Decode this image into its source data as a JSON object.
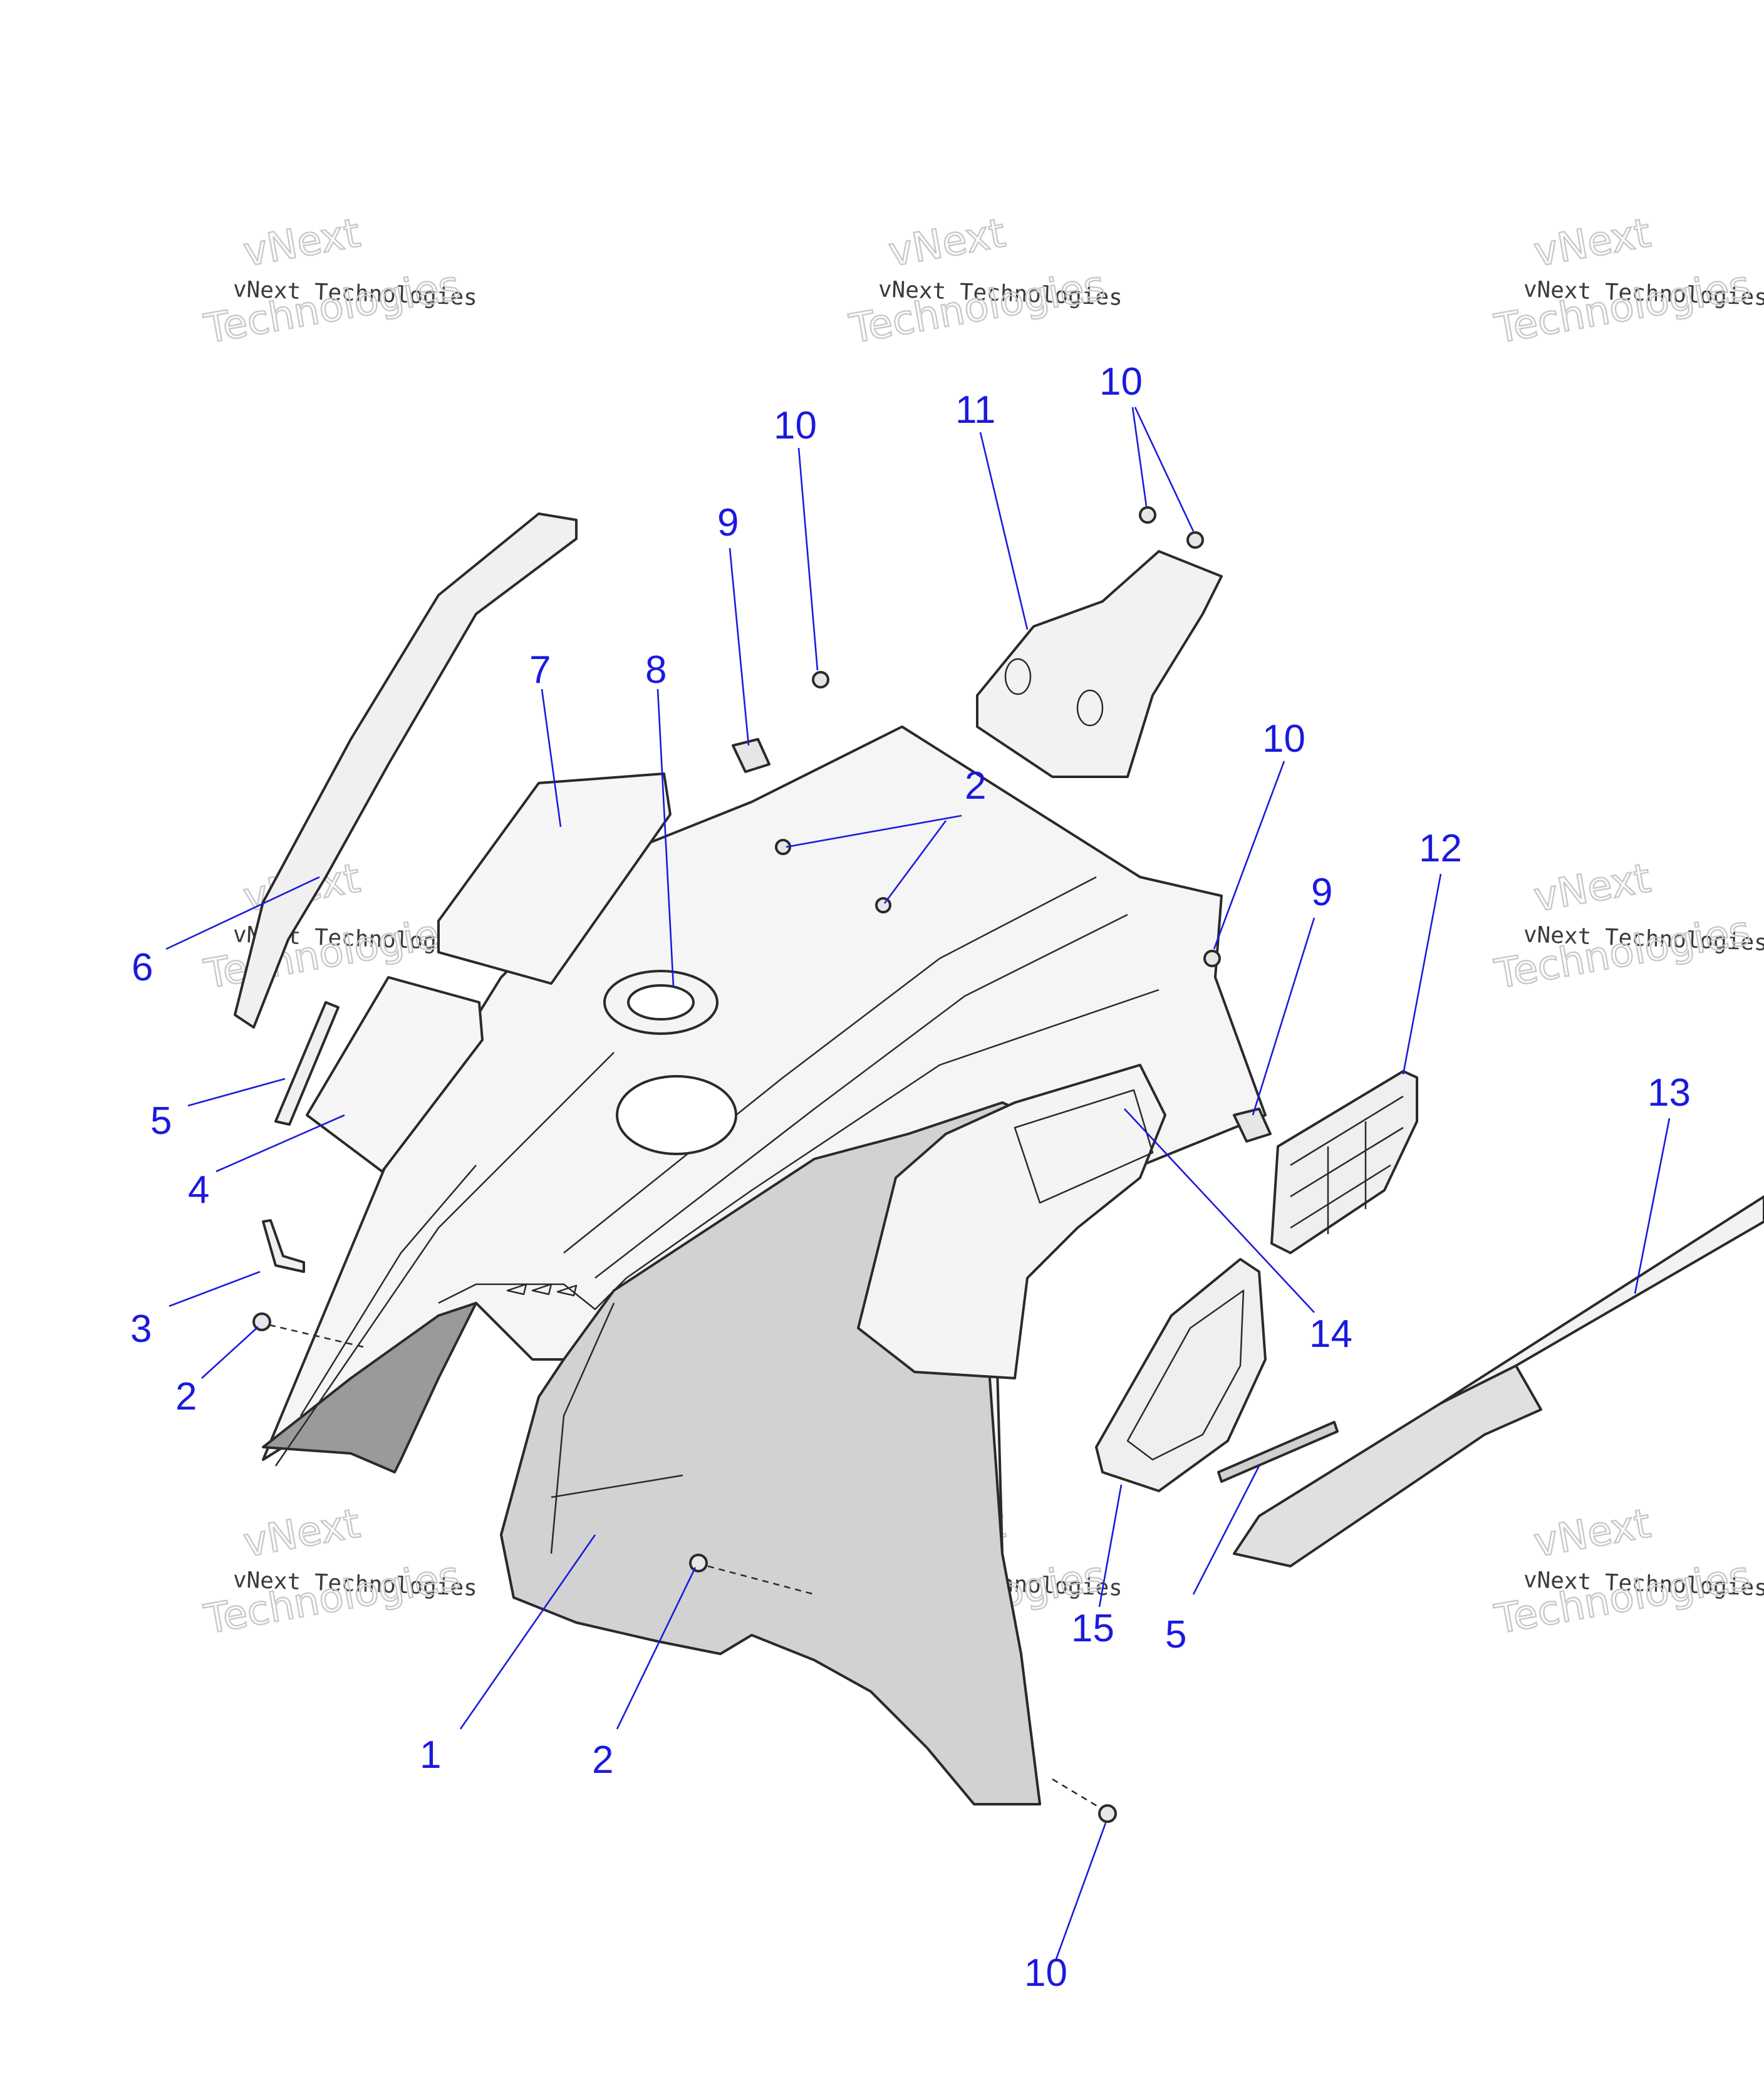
{
  "diagram": {
    "watermark": {
      "line1": "vNext Technologies",
      "outline_a": "vNext",
      "outline_b": "Technologies"
    },
    "callouts": [
      {
        "id": "c1",
        "label": "1"
      },
      {
        "id": "c2a",
        "label": "2"
      },
      {
        "id": "c2b",
        "label": "2"
      },
      {
        "id": "c2c",
        "label": "2"
      },
      {
        "id": "c3",
        "label": "3"
      },
      {
        "id": "c4",
        "label": "4"
      },
      {
        "id": "c5a",
        "label": "5"
      },
      {
        "id": "c5b",
        "label": "5"
      },
      {
        "id": "c6",
        "label": "6"
      },
      {
        "id": "c7",
        "label": "7"
      },
      {
        "id": "c8",
        "label": "8"
      },
      {
        "id": "c9a",
        "label": "9"
      },
      {
        "id": "c9b",
        "label": "9"
      },
      {
        "id": "c10a",
        "label": "10"
      },
      {
        "id": "c10b",
        "label": "10"
      },
      {
        "id": "c10c",
        "label": "10"
      },
      {
        "id": "c10d",
        "label": "10"
      },
      {
        "id": "c11",
        "label": "11"
      },
      {
        "id": "c12",
        "label": "12"
      },
      {
        "id": "c13",
        "label": "13"
      },
      {
        "id": "c14",
        "label": "14"
      },
      {
        "id": "c15",
        "label": "15"
      }
    ],
    "colors": {
      "callout": "#1a1adf",
      "line": "#2a2a2a",
      "panel_fill": "#d4d4d4",
      "part_fill": "#f4f4f4"
    }
  }
}
